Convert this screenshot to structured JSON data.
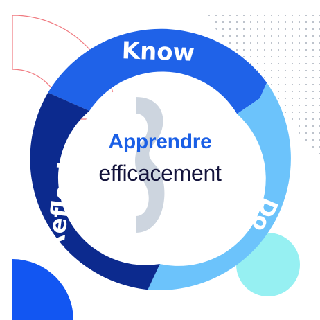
{
  "center": {
    "title": "Apprendre",
    "subtitle": "efficacement"
  },
  "segments": [
    {
      "label": "Know",
      "color": "#1f62e8"
    },
    {
      "label": "Do",
      "color": "#6cc3fb"
    },
    {
      "label": "Reflect",
      "color": "#0c2a8e"
    }
  ],
  "colors": {
    "accent_title": "#1a5fe6",
    "text_dark": "#14143c",
    "decor_red": "#f07a80",
    "decor_teal": "#96f0f2",
    "decor_blue": "#1256f2",
    "bracket_gray": "#c8d0dc",
    "dot_gray": "#a8b0bc"
  }
}
